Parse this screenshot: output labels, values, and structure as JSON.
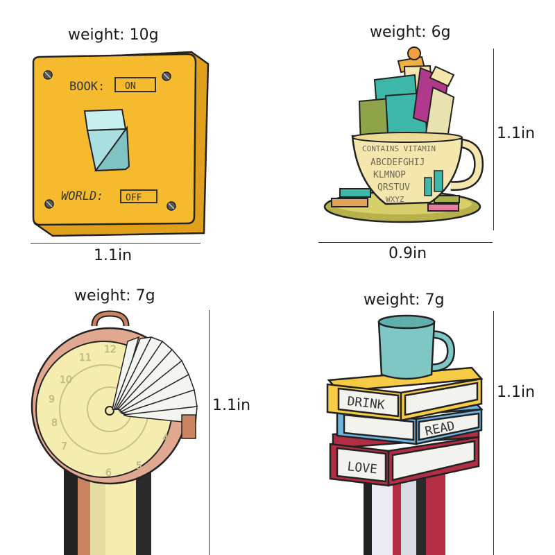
{
  "pins": [
    {
      "weight": "weight: 10g",
      "width": "1.1in",
      "lines": [
        "BOOK:",
        "ON",
        "WORLD:",
        "OFF"
      ],
      "colors": {
        "plate": "#F6BA2E",
        "toggle": "#A9DFE0"
      }
    },
    {
      "weight": "weight: 6g",
      "width": "0.9in",
      "height": "1.1in",
      "lines": [
        "CONTAINS VITAMIN",
        "ABCDEFGHIJ",
        "KLMNOP",
        "QRSTUV",
        "WXYZ"
      ],
      "colors": {
        "cup": "#F4E6AC",
        "book_teal": "#3DB7A8",
        "book_olive": "#A8B04A",
        "book_magenta": "#B0398C"
      }
    },
    {
      "weight": "weight: 7g",
      "height": "1.1in",
      "numbers": [
        "12",
        "11",
        "10",
        "9",
        "8",
        "7",
        "6",
        "5",
        "4"
      ],
      "colors": {
        "face": "#F5EDB0",
        "rim": "#E0A891"
      }
    },
    {
      "weight": "weight: 7g",
      "height": "1.1in",
      "books": [
        "DRINK",
        "READ",
        "LOVE"
      ],
      "colors": {
        "mug": "#7FC7C5",
        "book_yellow": "#F7CC45",
        "book_blue": "#6FB5E2",
        "book_red": "#B32E45"
      }
    }
  ]
}
